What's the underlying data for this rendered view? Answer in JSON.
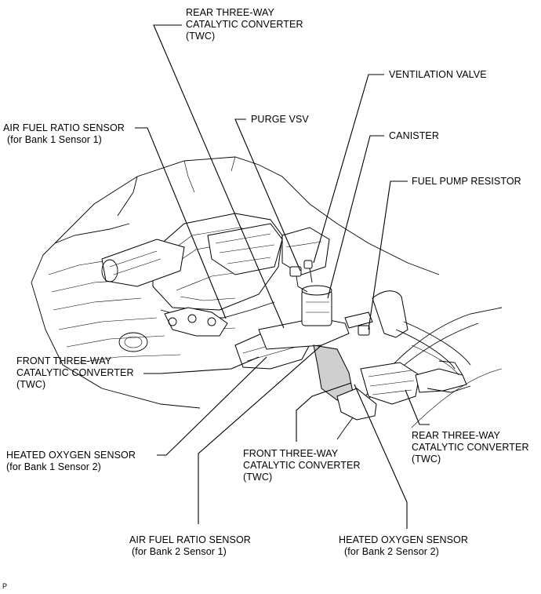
{
  "labels": {
    "rear_twc_top": [
      "REAR THREE-WAY",
      "CATALYTIC CONVERTER",
      "(TWC)"
    ],
    "ventilation_valve": "VENTILATION VALVE",
    "purge_vsv": "PURGE VSV",
    "af_sensor_b1s1": [
      "AIR FUEL RATIO SENSOR",
      "(for Bank 1 Sensor 1)"
    ],
    "canister": "CANISTER",
    "fuel_pump_resistor": "FUEL PUMP RESISTOR",
    "front_twc_left": [
      "FRONT THREE-WAY",
      "CATALYTIC CONVERTER",
      "(TWC)"
    ],
    "rear_twc_right": [
      "REAR THREE-WAY",
      "CATALYTIC CONVERTER",
      "(TWC)"
    ],
    "heated_o2_b1s2": [
      "HEATED OXYGEN SENSOR",
      "(for Bank 1 Sensor 2)"
    ],
    "front_twc_center": [
      "FRONT THREE-WAY",
      "CATALYTIC CONVERTER",
      "(TWC)"
    ],
    "af_sensor_b2s1": [
      "AIR FUEL RATIO SENSOR",
      "(for Bank 2 Sensor 1)"
    ],
    "heated_o2_b2s2": [
      "HEATED OXYGEN SENSOR",
      "(for Bank 2 Sensor 2)"
    ]
  },
  "corner_mark": "P"
}
